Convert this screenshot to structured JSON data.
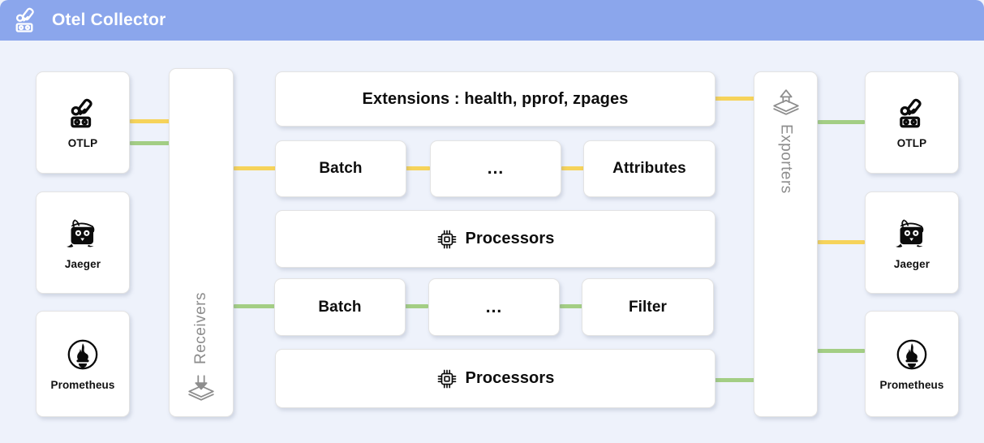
{
  "header": {
    "title": "Otel Collector",
    "logo_icon": "opentelemetry-logo-icon",
    "bg_color": "#8ba6ec",
    "text_color": "#ffffff"
  },
  "canvas": {
    "bg_color": "#eef2fb"
  },
  "colors": {
    "traces_line": "#f6d35a",
    "metrics_line": "#a3ce84",
    "card_bg": "#ffffff",
    "muted_text": "#8d8d8d"
  },
  "sources": [
    {
      "label": "OTLP",
      "icon": "opentelemetry-logo-icon"
    },
    {
      "label": "Jaeger",
      "icon": "jaeger-mascot-icon"
    },
    {
      "label": "Prometheus",
      "icon": "prometheus-flame-icon"
    }
  ],
  "receivers": {
    "label": "Receivers",
    "icon": "arrow-down-into-layers-icon"
  },
  "exporters": {
    "label": "Exporters",
    "icon": "arrow-up-from-layers-icon"
  },
  "pipeline": {
    "extensions": {
      "label": "Extensions : health, pprof, zpages"
    },
    "traces_row": [
      {
        "label": "Batch"
      },
      {
        "label": "..."
      },
      {
        "label": "Attributes"
      }
    ],
    "traces_processors": {
      "label": "Processors",
      "icon": "cpu-chip-icon"
    },
    "metrics_row": [
      {
        "label": "Batch"
      },
      {
        "label": "..."
      },
      {
        "label": "Filter"
      }
    ],
    "metrics_processors": {
      "label": "Processors",
      "icon": "cpu-chip-icon"
    }
  },
  "destinations": [
    {
      "label": "OTLP",
      "icon": "opentelemetry-logo-icon"
    },
    {
      "label": "Jaeger",
      "icon": "jaeger-mascot-icon"
    },
    {
      "label": "Prometheus",
      "icon": "prometheus-flame-icon"
    }
  ]
}
